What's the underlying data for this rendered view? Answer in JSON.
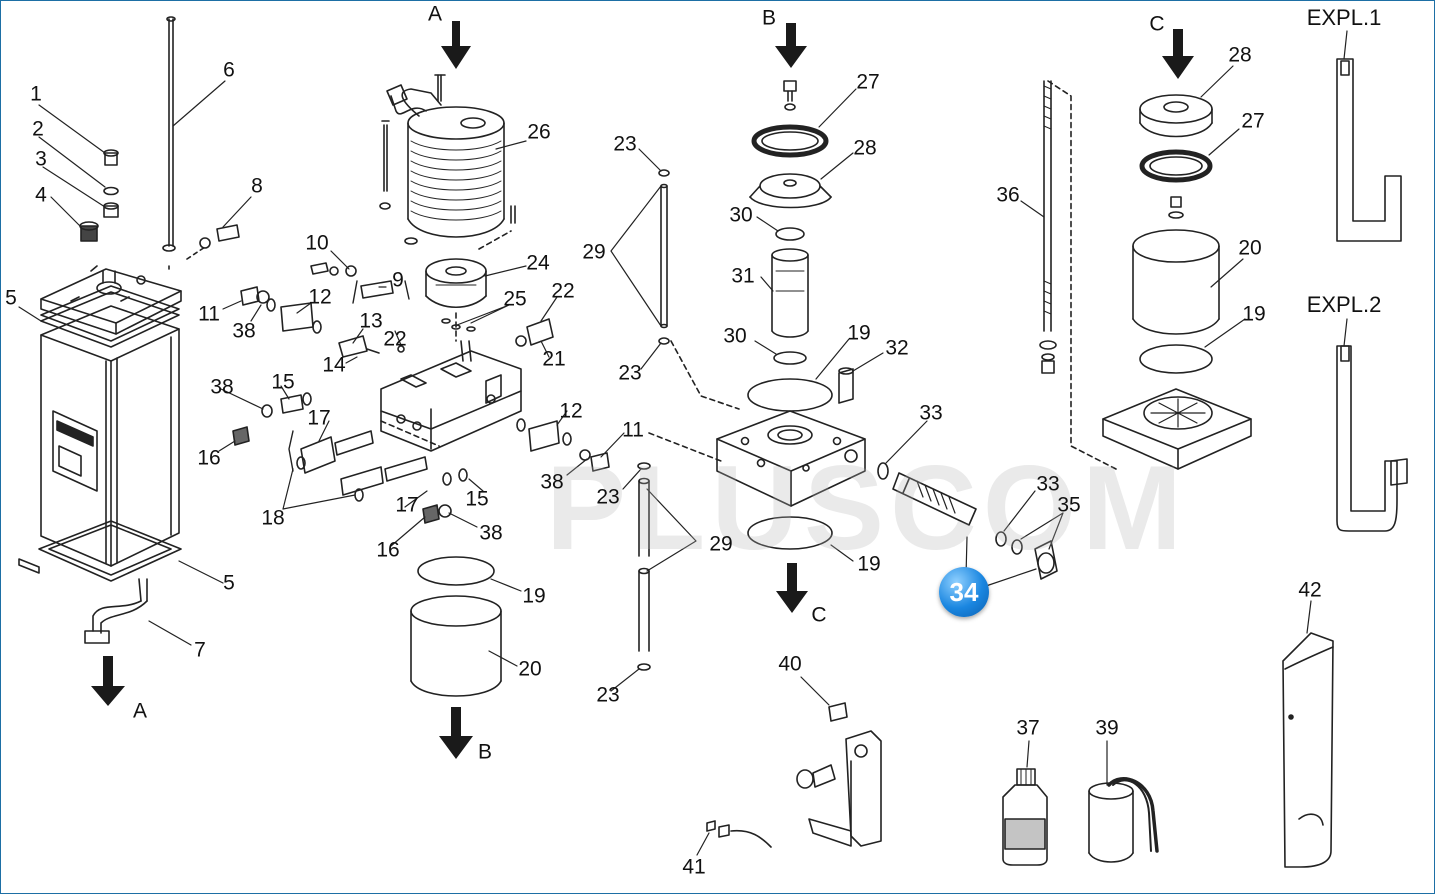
{
  "watermark": "PLUSCOM",
  "highlight_part": "34",
  "section_labels": {
    "expl1": "EXPL.1",
    "expl2": "EXPL.2"
  },
  "arrow_letters": [
    "A",
    "A",
    "B",
    "B",
    "C",
    "C"
  ],
  "callouts": [
    "1",
    "2",
    "3",
    "4",
    "5",
    "5",
    "6",
    "7",
    "8",
    "9",
    "10",
    "11",
    "11",
    "12",
    "12",
    "13",
    "14",
    "15",
    "15",
    "16",
    "16",
    "17",
    "17",
    "18",
    "19",
    "19",
    "19",
    "19",
    "20",
    "20",
    "21",
    "22",
    "22",
    "23",
    "23",
    "23",
    "23",
    "24",
    "25",
    "26",
    "27",
    "27",
    "28",
    "28",
    "29",
    "29",
    "30",
    "30",
    "31",
    "32",
    "33",
    "33",
    "35",
    "36",
    "37",
    "38",
    "38",
    "38",
    "38",
    "39",
    "40",
    "41",
    "42"
  ]
}
